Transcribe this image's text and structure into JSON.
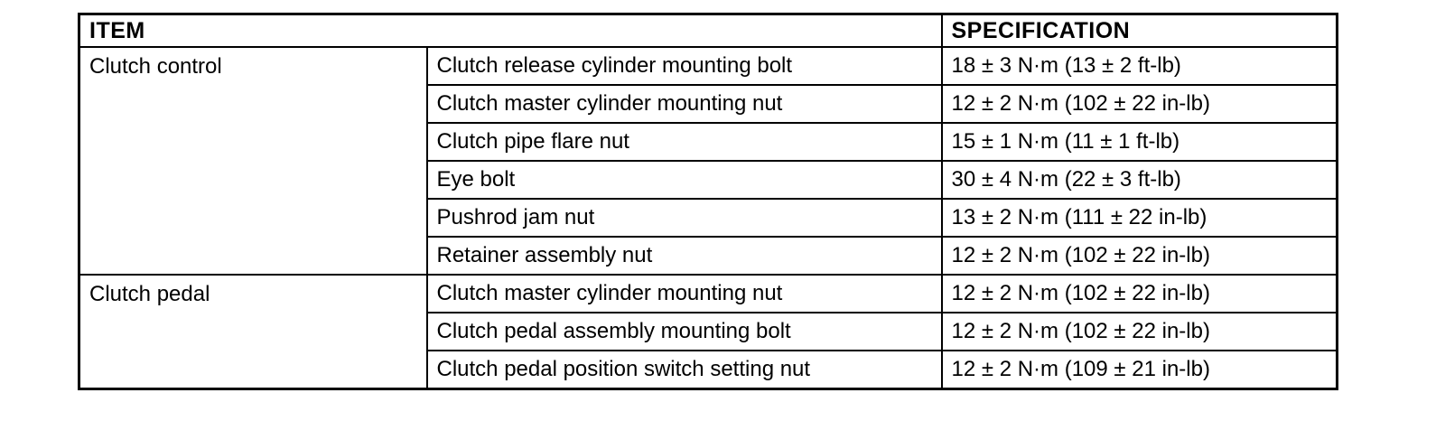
{
  "colors": {
    "background": "#ffffff",
    "border": "#000000",
    "text": "#000000"
  },
  "table": {
    "headers": {
      "item": "ITEM",
      "specification": "SPECIFICATION"
    },
    "groups": [
      {
        "name": "Clutch control",
        "rows": [
          {
            "item": "Clutch release cylinder mounting bolt",
            "spec": "18 ± 3 N·m (13 ± 2 ft-lb)"
          },
          {
            "item": "Clutch master cylinder mounting nut",
            "spec": "12 ± 2 N·m (102 ± 22 in-lb)"
          },
          {
            "item": "Clutch pipe flare nut",
            "spec": "15 ± 1 N·m (11 ± 1 ft-lb)"
          },
          {
            "item": "Eye bolt",
            "spec": "30 ± 4 N·m (22 ± 3 ft-lb)"
          },
          {
            "item": "Pushrod jam nut",
            "spec": "13 ± 2 N·m (111 ± 22 in-lb)"
          },
          {
            "item": "Retainer assembly nut",
            "spec": "12 ± 2 N·m (102 ± 22 in-lb)"
          }
        ]
      },
      {
        "name": "Clutch pedal",
        "rows": [
          {
            "item": "Clutch master cylinder mounting nut",
            "spec": "12 ± 2 N·m (102 ± 22 in-lb)"
          },
          {
            "item": "Clutch pedal assembly mounting bolt",
            "spec": "12 ± 2 N·m (102 ± 22 in-lb)"
          },
          {
            "item": "Clutch pedal position switch setting nut",
            "spec": "12 ± 2 N·m (109 ± 21 in-lb)"
          }
        ]
      }
    ]
  }
}
